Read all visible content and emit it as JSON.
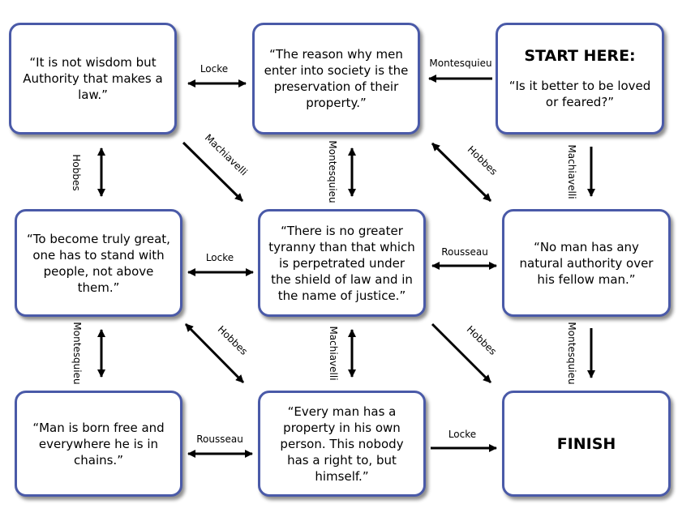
{
  "boxes": {
    "b1": "“It is not wisdom but Authority that makes a law.”",
    "b2": "“The reason why men enter into society is the preservation of their property.”",
    "start_title": "START HERE:",
    "start_question": "“Is it better to be loved or feared?”",
    "b4": "“To become truly great, one has to stand with people, not above them.”",
    "b5": "“There is no greater tyranny than that which is perpetrated under the shield of law and in the name of justice.”",
    "b6": "“No man has any natural authority over his fellow man.”",
    "b7": "“Man is born free and everywhere he is in chains.”",
    "b8": "“Every man has a property in his own person. This nobody has a right to, but himself.”",
    "finish": "FINISH"
  },
  "arrows": {
    "b1_b2": "Locke",
    "start_b2": "Montesquieu",
    "b1_b4": "Hobbes",
    "b1_b5": "Machiavelli",
    "b2_b5": "Montesquieu",
    "b2_b6": "Hobbes",
    "start_b6": "Machiavelli",
    "b5_b4": "Locke",
    "b5_b6": "Rousseau",
    "b4_b7": "Montesquieu",
    "b4_b8": "Hobbes",
    "b5_b8": "Machiavelli",
    "b5_finish": "Hobbes",
    "b6_finish": "Montesquieu",
    "b7_b8": "Rousseau",
    "b8_finish": "Locke"
  }
}
